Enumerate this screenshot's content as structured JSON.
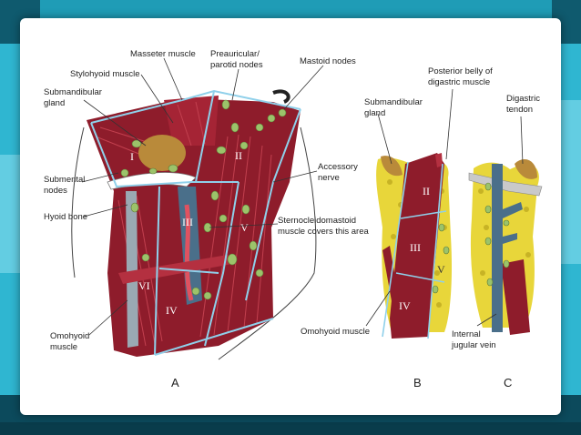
{
  "labels": {
    "masseter": "Masseter muscle",
    "preauricular_1": "Preauricular/",
    "preauricular_2": "parotid nodes",
    "mastoid": "Mastoid nodes",
    "stylohyoid": "Stylohyoid muscle",
    "submandibular_a1": "Submandibular",
    "submandibular_a2": "gland",
    "submental_1": "Submental",
    "submental_2": "nodes",
    "hyoid": "Hyoid bone",
    "accessory_1": "Accessory",
    "accessory_2": "nerve",
    "scm_1": "Sternocleidomastoid",
    "scm_2": "muscle covers this area",
    "omohyoid_a1": "Omohyoid",
    "omohyoid_a2": "muscle",
    "submandibular_b1": "Submandibular",
    "submandibular_b2": "gland",
    "posterior_1": "Posterior belly of",
    "posterior_2": "digastric muscle",
    "digastric_1": "Digastric",
    "digastric_2": "tendon",
    "omohyoid_b": "Omohyoid muscle",
    "ijv_1": "Internal",
    "ijv_2": "jugular vein"
  },
  "levels": {
    "I": "I",
    "II": "II",
    "III": "III",
    "IV": "IV",
    "V": "V",
    "VI": "VI"
  },
  "captions": {
    "a": "A",
    "b": "B",
    "c": "C"
  },
  "colors": {
    "muscle": "#8e1c2b",
    "muscle_light": "#b43040",
    "gland": "#e8d63a",
    "vein": "#4a6f8a",
    "node": "#9cc36a",
    "boundary": "#8fd0ea"
  }
}
